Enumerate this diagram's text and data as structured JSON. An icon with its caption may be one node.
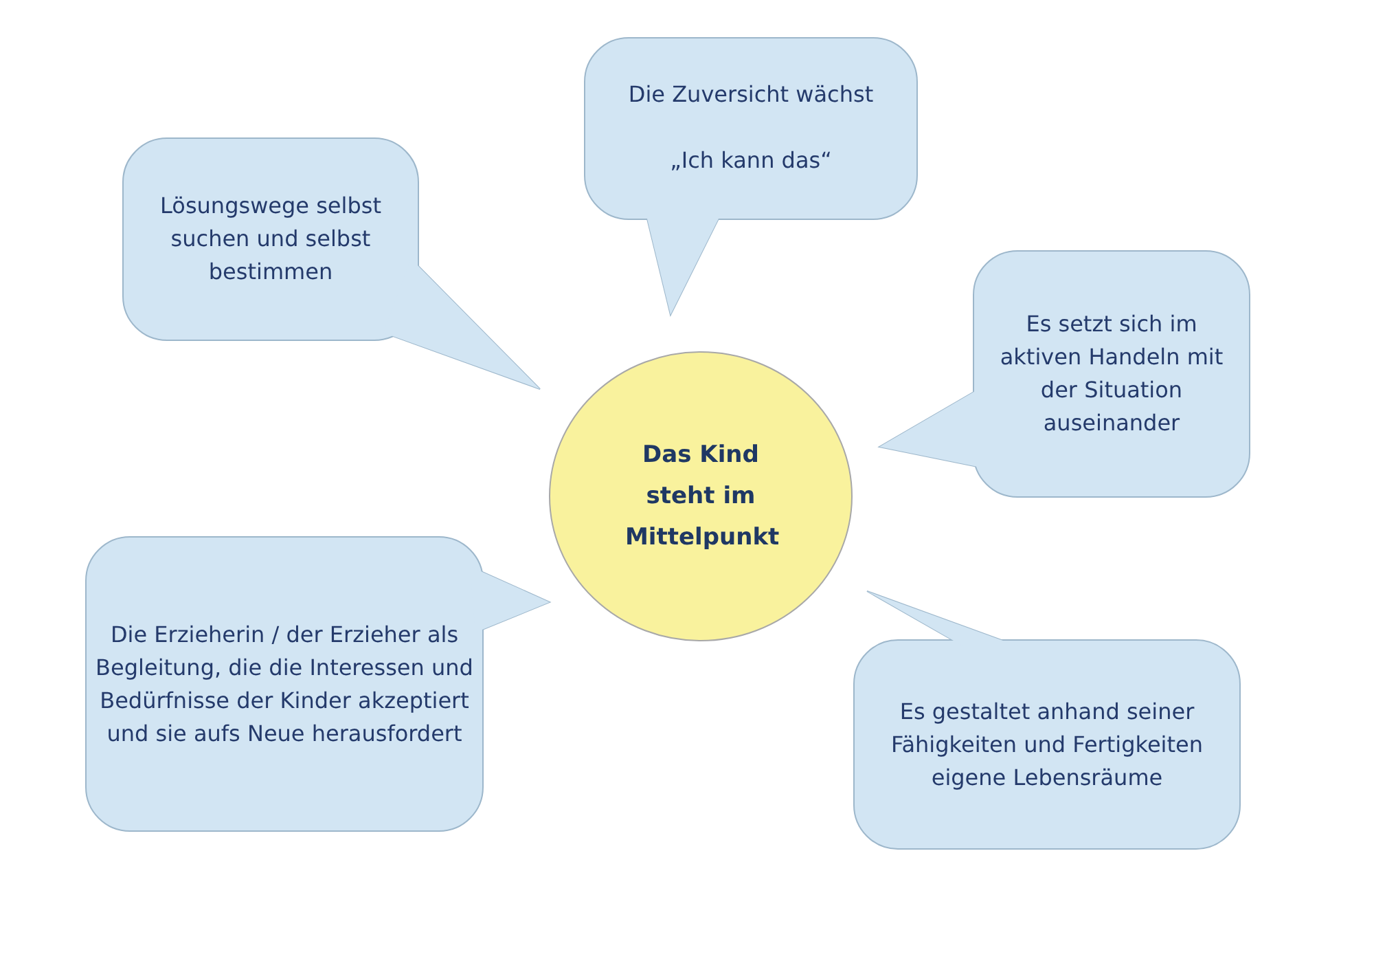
{
  "diagram": {
    "nodes": [
      {
        "text": [
          "Das Kind steht im Mittelpunkt"
        ]
      },
      {
        "text": [
          "Die Zuversicht wächst",
          "„Ich kann das“"
        ]
      },
      {
        "text": [
          "Lösungswege selbst suchen und selbst bestimmen"
        ]
      },
      {
        "text": [
          "Es setzt sich im aktiven Handeln mit der Situation auseinander"
        ]
      },
      {
        "text": [
          "Die Erzieherin / der Erzieher als Begleitung, die die Interessen und Bedürfnisse der Kinder akzeptiert und sie aufs Neue herausfordert"
        ]
      },
      {
        "text": [
          "Es gestaltet anhand seiner Fähigkeiten und Fertigkeiten eigene Lebensräume"
        ]
      }
    ]
  }
}
